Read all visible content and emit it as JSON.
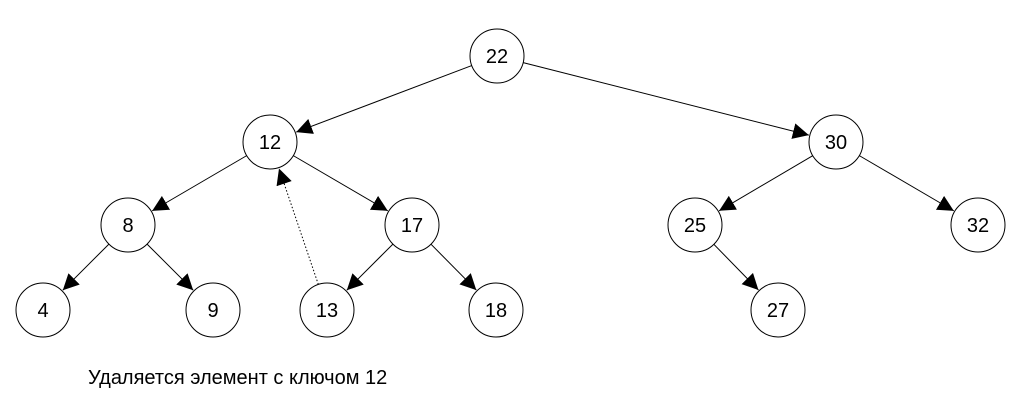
{
  "caption": "Удаляется элемент с ключом 12",
  "nodes": [
    {
      "id": "n22",
      "key": "22"
    },
    {
      "id": "n12",
      "key": "12"
    },
    {
      "id": "n30",
      "key": "30"
    },
    {
      "id": "n8",
      "key": "8"
    },
    {
      "id": "n17",
      "key": "17"
    },
    {
      "id": "n25",
      "key": "25"
    },
    {
      "id": "n32",
      "key": "32"
    },
    {
      "id": "n4",
      "key": "4"
    },
    {
      "id": "n9",
      "key": "9"
    },
    {
      "id": "n13",
      "key": "13"
    },
    {
      "id": "n18",
      "key": "18"
    },
    {
      "id": "n27",
      "key": "27"
    }
  ],
  "edges": [
    {
      "from": "n22",
      "to": "n12",
      "style": "solid"
    },
    {
      "from": "n22",
      "to": "n30",
      "style": "solid"
    },
    {
      "from": "n12",
      "to": "n8",
      "style": "solid"
    },
    {
      "from": "n12",
      "to": "n17",
      "style": "solid"
    },
    {
      "from": "n30",
      "to": "n25",
      "style": "solid"
    },
    {
      "from": "n30",
      "to": "n32",
      "style": "solid"
    },
    {
      "from": "n8",
      "to": "n4",
      "style": "solid"
    },
    {
      "from": "n8",
      "to": "n9",
      "style": "solid"
    },
    {
      "from": "n17",
      "to": "n13",
      "style": "solid"
    },
    {
      "from": "n17",
      "to": "n18",
      "style": "solid"
    },
    {
      "from": "n25",
      "to": "n27",
      "style": "solid"
    },
    {
      "from": "n13",
      "to": "n12",
      "style": "dotted"
    }
  ]
}
